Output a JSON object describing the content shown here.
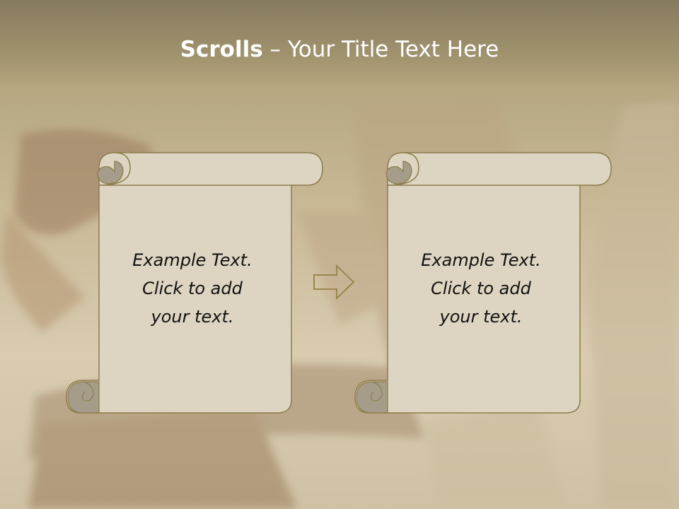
{
  "slide": {
    "title_bold": "Scrolls",
    "title_dash": " – ",
    "title_rest": "Your Title Text Here"
  },
  "scrolls": [
    {
      "text": "Example Text.\nClick  to add\nyour text."
    },
    {
      "text": "Example Text.\nClick  to add\nyour text."
    }
  ],
  "arrow": {
    "icon": "right-arrow-icon"
  },
  "colors": {
    "title_bar": "#8f8264",
    "scroll_fill": "#ddd5c1",
    "scroll_stroke": "#8c7c4c",
    "curl_fill": "#a59d89",
    "title_text": "#ffffff"
  }
}
